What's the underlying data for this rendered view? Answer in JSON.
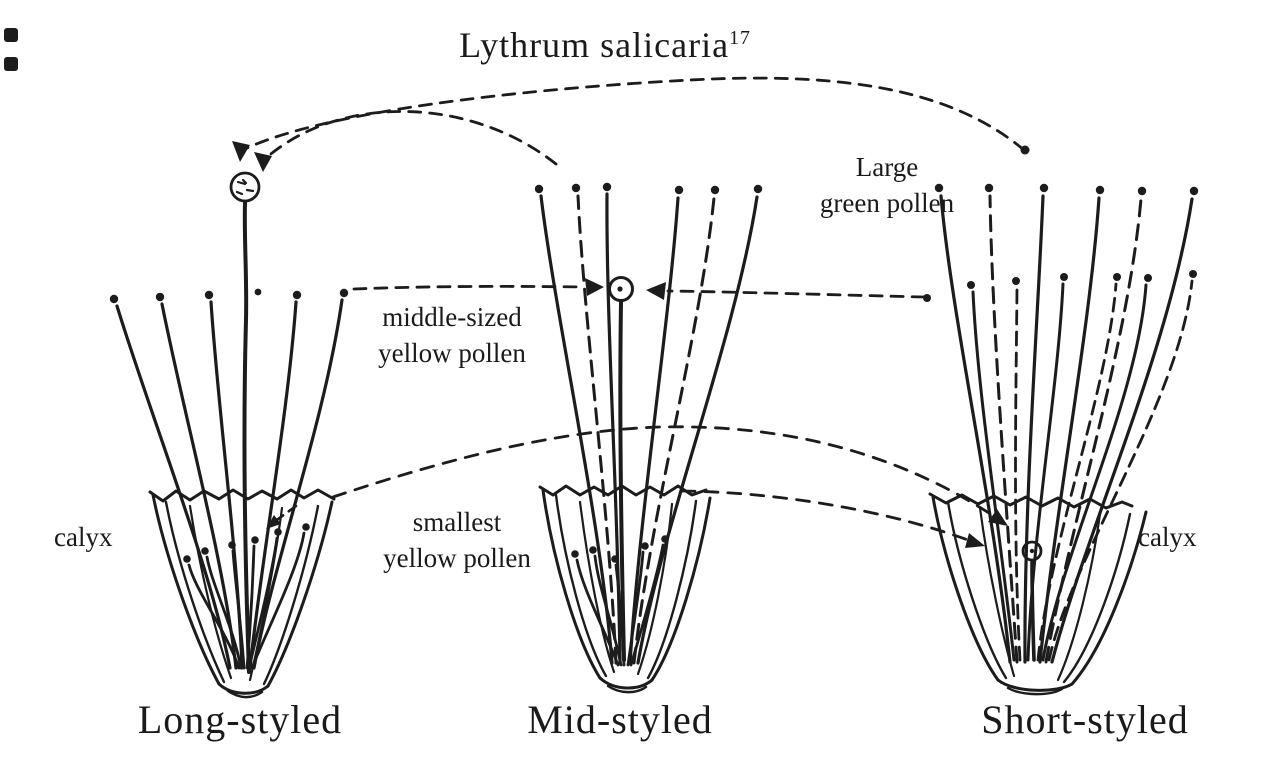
{
  "figure": {
    "title": "Lythrum salicaria",
    "title_superscript": "17",
    "pollen_labels": {
      "large": {
        "line1": "Large",
        "line2": "green pollen"
      },
      "middle": {
        "line1": "middle-sized",
        "line2": "yellow pollen"
      },
      "smallest": {
        "line1": "smallest",
        "line2": "yellow pollen"
      }
    },
    "calyx_label_left": "calyx",
    "calyx_label_right": "calyx",
    "forms": [
      {
        "name": "Long-styled"
      },
      {
        "name": "Mid-styled"
      },
      {
        "name": "Short-styled"
      }
    ],
    "colors": {
      "ink": "#1c1c1c",
      "paper": "#ffffff"
    }
  }
}
